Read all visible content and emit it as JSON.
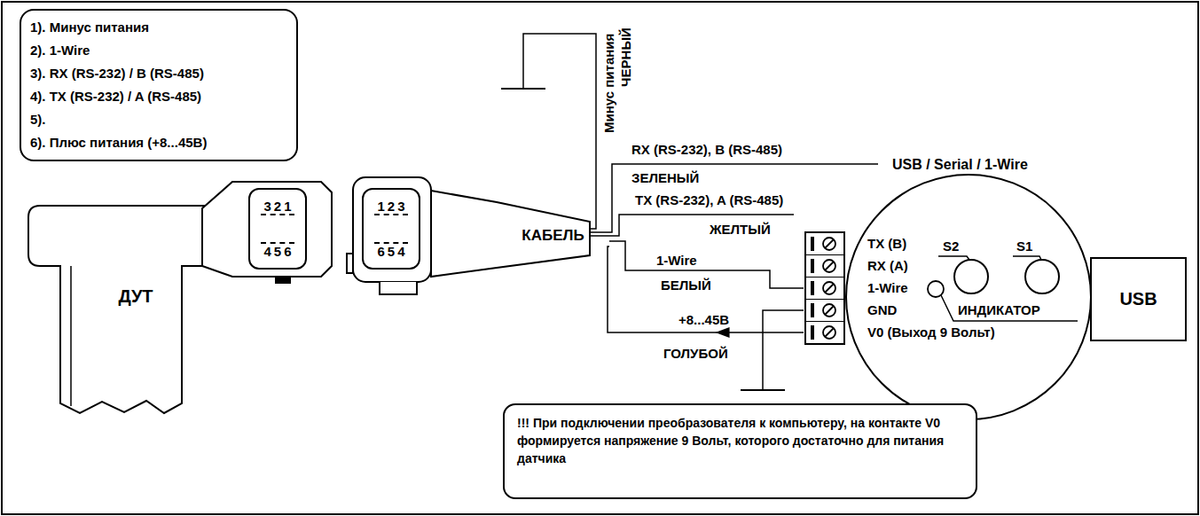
{
  "diagram": {
    "nodes": [
      {
        "text": [
          "1). Минус питания",
          "2). 1-Wire",
          "3). RX (RS-232) / B (RS-485)",
          "4). TX (RS-232) / A (RS-485)",
          "5).",
          "6). Плюс питания (+8...45В)"
        ]
      },
      {
        "text": [
          "ДУТ"
        ]
      },
      {
        "text": [
          "321",
          "456"
        ]
      },
      {
        "text": [
          "123",
          "654"
        ]
      },
      {
        "text": [
          "КАБЕЛЬ"
        ]
      },
      {
        "text": [
          "USB / Serial / 1-Wire"
        ]
      },
      {
        "text": [
          "USB"
        ]
      },
      {
        "text": [
          "!!! При подключении преобразователя к компьютеру, на контакте V0 формируется напряжение 9 Вольт, которого достаточно для питания датчика"
        ]
      }
    ],
    "edges": [
      {
        "from": 4,
        "to": 5,
        "arrow": "none",
        "label": "1-Wire"
      },
      {
        "from": 5,
        "to": 4,
        "arrow": "to",
        "label": "+8...45В"
      }
    ],
    "labels": [
      "Минус питания",
      "ЧЕРНЫЙ",
      "RX (RS-232), B (RS-485)",
      "ЗЕЛЕНЫЙ",
      "TX (RS-232), A (RS-485)",
      "ЖЕЛТЫЙ",
      "БЕЛЫЙ",
      "ГОЛУБОЙ",
      "TX (B)",
      "RX (A)",
      "1-Wire",
      "GND",
      "V0 (Выход 9 Вольт)",
      "S2",
      "S1",
      "ИНДИКАТОР"
    ]
  }
}
